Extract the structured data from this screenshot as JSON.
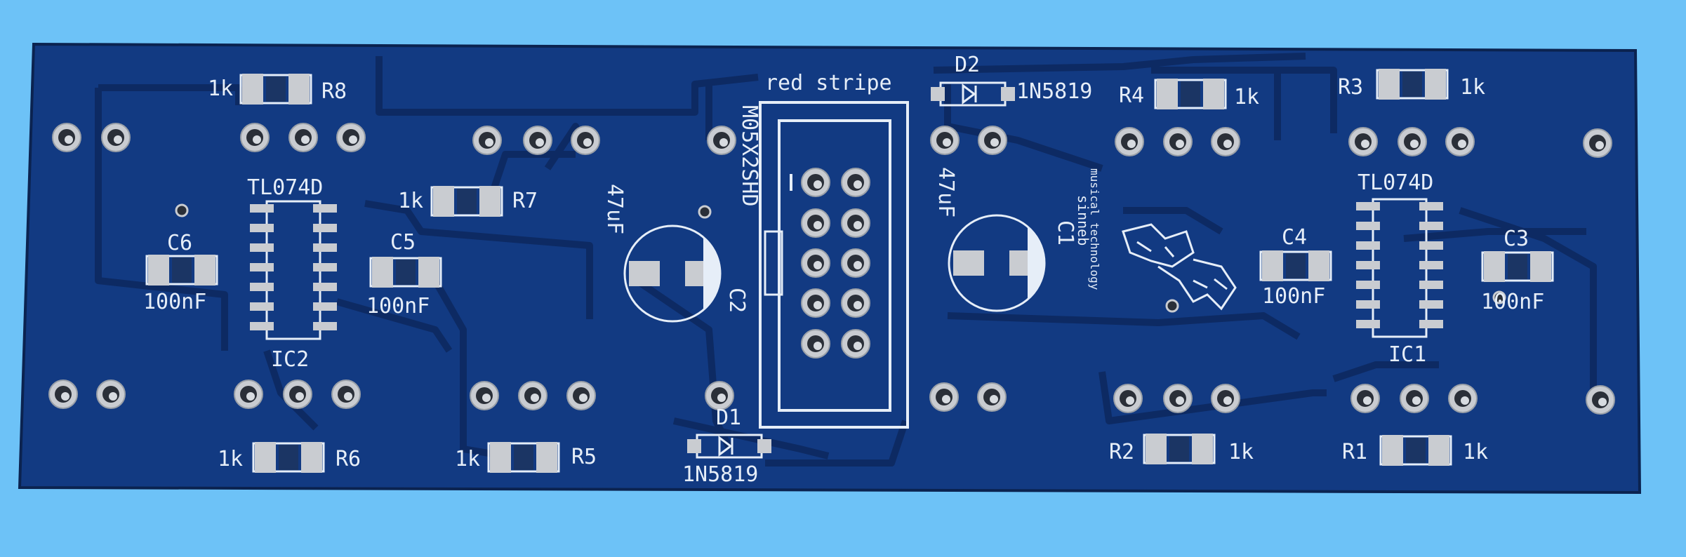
{
  "scene": {
    "background_color": "#6dc2f7",
    "board_color": "#123a82",
    "trace_color": "#0d2a63",
    "silk_color": "#e6eef8",
    "pad_color": "#c9ccd1",
    "hole_color": "#2a2f38"
  },
  "labels": {
    "r8_value": "1k",
    "r8_ref": "R8",
    "r7_value": "1k",
    "r7_ref": "R7",
    "r6_value": "1k",
    "r6_ref": "R6",
    "r5_value": "1k",
    "r5_ref": "R5",
    "r4_ref": "R4",
    "r4_value": "1k",
    "r3_ref": "R3",
    "r3_value": "1k",
    "r2_ref": "R2",
    "r2_value": "1k",
    "r1_ref": "R1",
    "r1_value": "1k",
    "ic2_part": "TL074D",
    "ic2_ref": "IC2",
    "ic1_part": "TL074D",
    "ic1_ref": "IC1",
    "c6_ref": "C6",
    "c6_value": "100nF",
    "c5_ref": "C5",
    "c5_value": "100nF",
    "c4_ref": "C4",
    "c4_value": "100nF",
    "c3_ref": "C3",
    "c3_value": "100nF",
    "c2_ref": "C2",
    "c2_value": "47uF",
    "c1_ref": "C1",
    "c1_value": "47uF",
    "header_note": "red stripe",
    "header_part": "M05X2SHD",
    "d2_ref": "D2",
    "d2_part": "1N5819",
    "d1_ref": "D1",
    "d1_part": "1N5819",
    "logo_line1": "sinneb",
    "logo_line2": "musical technology"
  }
}
